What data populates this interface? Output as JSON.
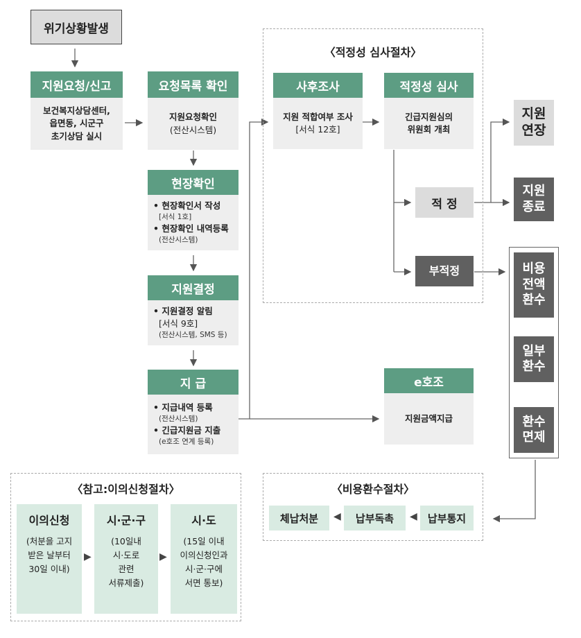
{
  "start": {
    "label": "위기상황발생"
  },
  "request": {
    "title": "지원요청/신고",
    "lines": [
      "보건복지상담센터,",
      "읍면동, 시군구",
      "초기상담 실시"
    ]
  },
  "confirm": {
    "title": "요청목록 확인",
    "line1": "지원요청확인",
    "line2": "(전산시스템)"
  },
  "field": {
    "title": "현장확인",
    "item1": "• 현장확인서 작성",
    "item1_sub": "[서식 1호]",
    "item2": "• 현장확인 내역등록",
    "item2_sub": "(전산시스템)"
  },
  "decision": {
    "title": "지원결정",
    "item1": "• 지원결정 알림",
    "item1_sub": "[서식 9호]",
    "item1_sub2": "(전산시스템, SMS 등)"
  },
  "payment": {
    "title": "지 급",
    "item1": "• 지급내역 등록",
    "item1_sub": "(전산시스템)",
    "item2": "• 긴급지원금 지출",
    "item2_sub": "(e호조 연계 등록)"
  },
  "review_section": {
    "title": "〈적정성 심사절차〉"
  },
  "post_survey": {
    "title": "사후조사",
    "line1": "지원 적합여부 조사",
    "line2": "[서식 12호]"
  },
  "adequacy": {
    "title": "적정성 심사",
    "line1": "긴급지원심의",
    "line2": "위원회 개최"
  },
  "adequate": {
    "label": "적 정"
  },
  "inadequate": {
    "label": "부적정"
  },
  "outcomes": {
    "extend": "지원\n연장",
    "end": "지원\n종료"
  },
  "refund_options": {
    "full": "비용\n전액\n환수",
    "partial": "일부\n환수",
    "exempt": "환수\n면제"
  },
  "ehojo": {
    "title": "e호조",
    "line1": "지원금액지급"
  },
  "refund_section": {
    "title": "〈비용환수절차〉",
    "step1": "납부통지",
    "step2": "납부독촉",
    "step3": "체납처분"
  },
  "appeal_section": {
    "title": "〈참고:이의신청절차〉",
    "col1": {
      "title": "이의신청",
      "lines": [
        "(처분을 고지",
        "받은 날부터",
        "30일 이내)"
      ]
    },
    "col2": {
      "title": "시·군·구",
      "lines": [
        "(10일내",
        "시·도로",
        "관련",
        "서류제출)"
      ]
    },
    "col3": {
      "title": "시·도",
      "lines": [
        "(15일 이내",
        "이의신청인과",
        "시·군·구에",
        "서면 통보)"
      ]
    }
  },
  "colors": {
    "green": "#5d9d83",
    "gray_box": "#eeeeee",
    "dark": "#606060",
    "mint": "#d9ebe2"
  }
}
